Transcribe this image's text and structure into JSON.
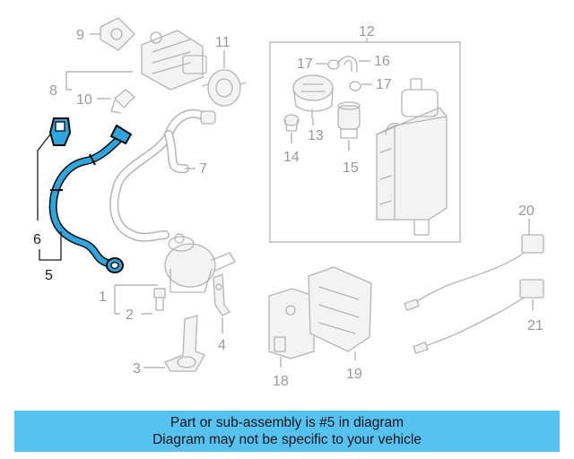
{
  "callouts": {
    "c1": "1",
    "c2": "2",
    "c3": "3",
    "c4": "4",
    "c5": "5",
    "c6": "6",
    "c7": "7",
    "c8": "8",
    "c9": "9",
    "c10": "10",
    "c11": "11",
    "c12": "12",
    "c13": "13",
    "c14": "14",
    "c15": "15",
    "c16": "16",
    "c17a": "17",
    "c17b": "17",
    "c18": "18",
    "c19": "19",
    "c20": "20",
    "c21": "21"
  },
  "highlight_color": "#2aa7e0",
  "banner": {
    "line1": "Part or sub-assembly is #5 in diagram",
    "line2": "Diagram may not be specific to your vehicle",
    "background": "#55c3f1"
  }
}
